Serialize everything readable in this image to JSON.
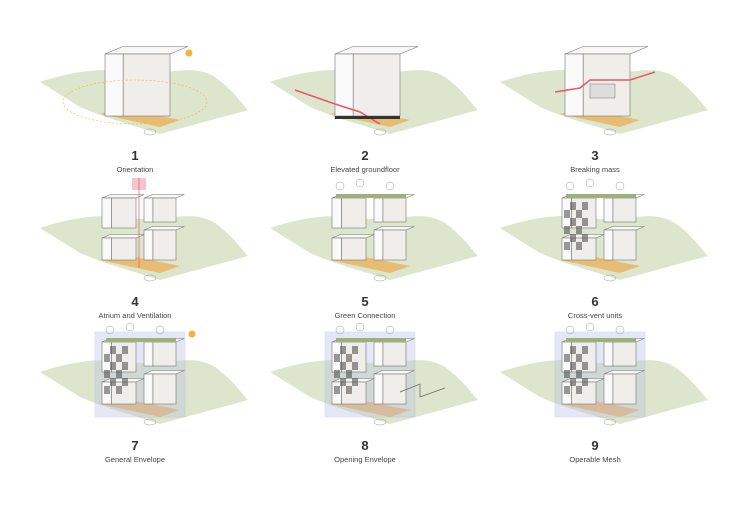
{
  "steps": [
    {
      "number": "1",
      "label": "Orientation",
      "variant": "solid-sun"
    },
    {
      "number": "2",
      "label": "Elevated groundfloor",
      "variant": "elevated"
    },
    {
      "number": "3",
      "label": "Breaking mass",
      "variant": "break"
    },
    {
      "number": "4",
      "label": "Atrium and Ventilation",
      "variant": "atrium"
    },
    {
      "number": "5",
      "label": "Green Connection",
      "variant": "green"
    },
    {
      "number": "6",
      "label": "Cross-vent units",
      "variant": "crossvent"
    },
    {
      "number": "7",
      "label": "General Envelope",
      "variant": "envelope-sun"
    },
    {
      "number": "8",
      "label": "Opening Envelope",
      "variant": "opening"
    },
    {
      "number": "9",
      "label": "Operable Mesh",
      "variant": "mesh"
    }
  ],
  "colors": {
    "terrain": "#dde6cc",
    "base": "#e9b463",
    "accent": "#e8566a",
    "sun": "#f6b334",
    "envelope": "#b9bde8",
    "green_roof": "#9cb27a"
  }
}
